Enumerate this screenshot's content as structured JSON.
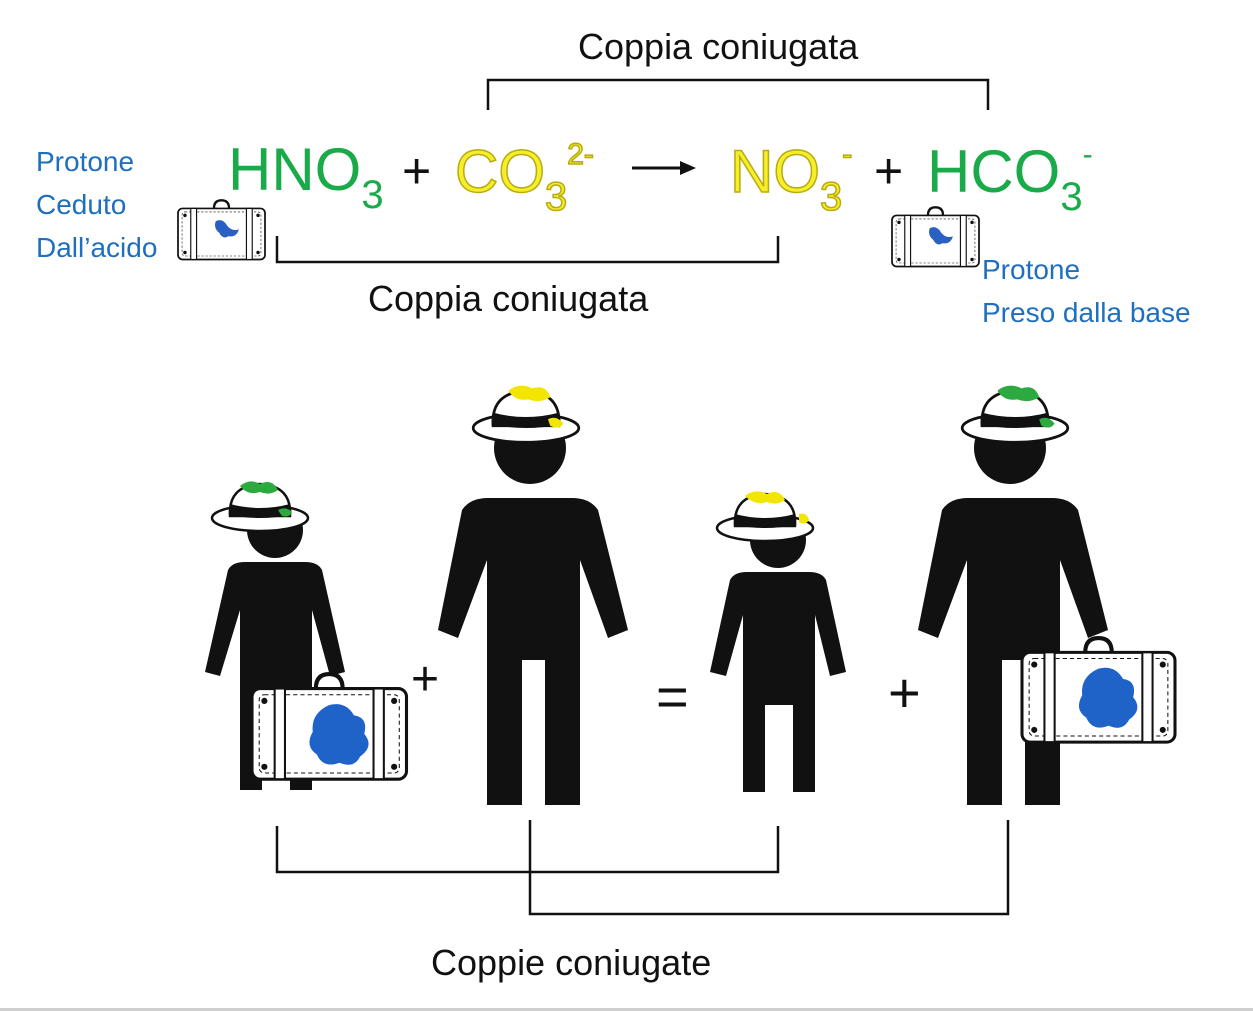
{
  "labels": {
    "top_pair": "Coppia coniugata",
    "middle_pair": "Coppia coniugata",
    "bottom_pairs": "Coppie coniugate",
    "proton_ceded": [
      "Protone",
      "Ceduto",
      "Dall’acido"
    ],
    "proton_taken": [
      "Protone",
      "Preso dalla base"
    ]
  },
  "equation": {
    "acid": {
      "main": "HNO",
      "sub": "3"
    },
    "plus1": "+",
    "base": {
      "main": "CO",
      "sub": "3",
      "sup": "2-"
    },
    "conj_base": {
      "main": "NO",
      "sub": "3",
      "sup": "-"
    },
    "plus2": "+",
    "conj_acid": {
      "main": "HCO",
      "sub": "3",
      "sup": "-"
    }
  },
  "figures_row": {
    "plus_left": "+",
    "equals": "=",
    "plus_right": "+"
  },
  "colors": {
    "acid_green": "#1aaa4a",
    "base_yellow": "#f7ee2b",
    "proton_blue": "#1f6fbf"
  }
}
